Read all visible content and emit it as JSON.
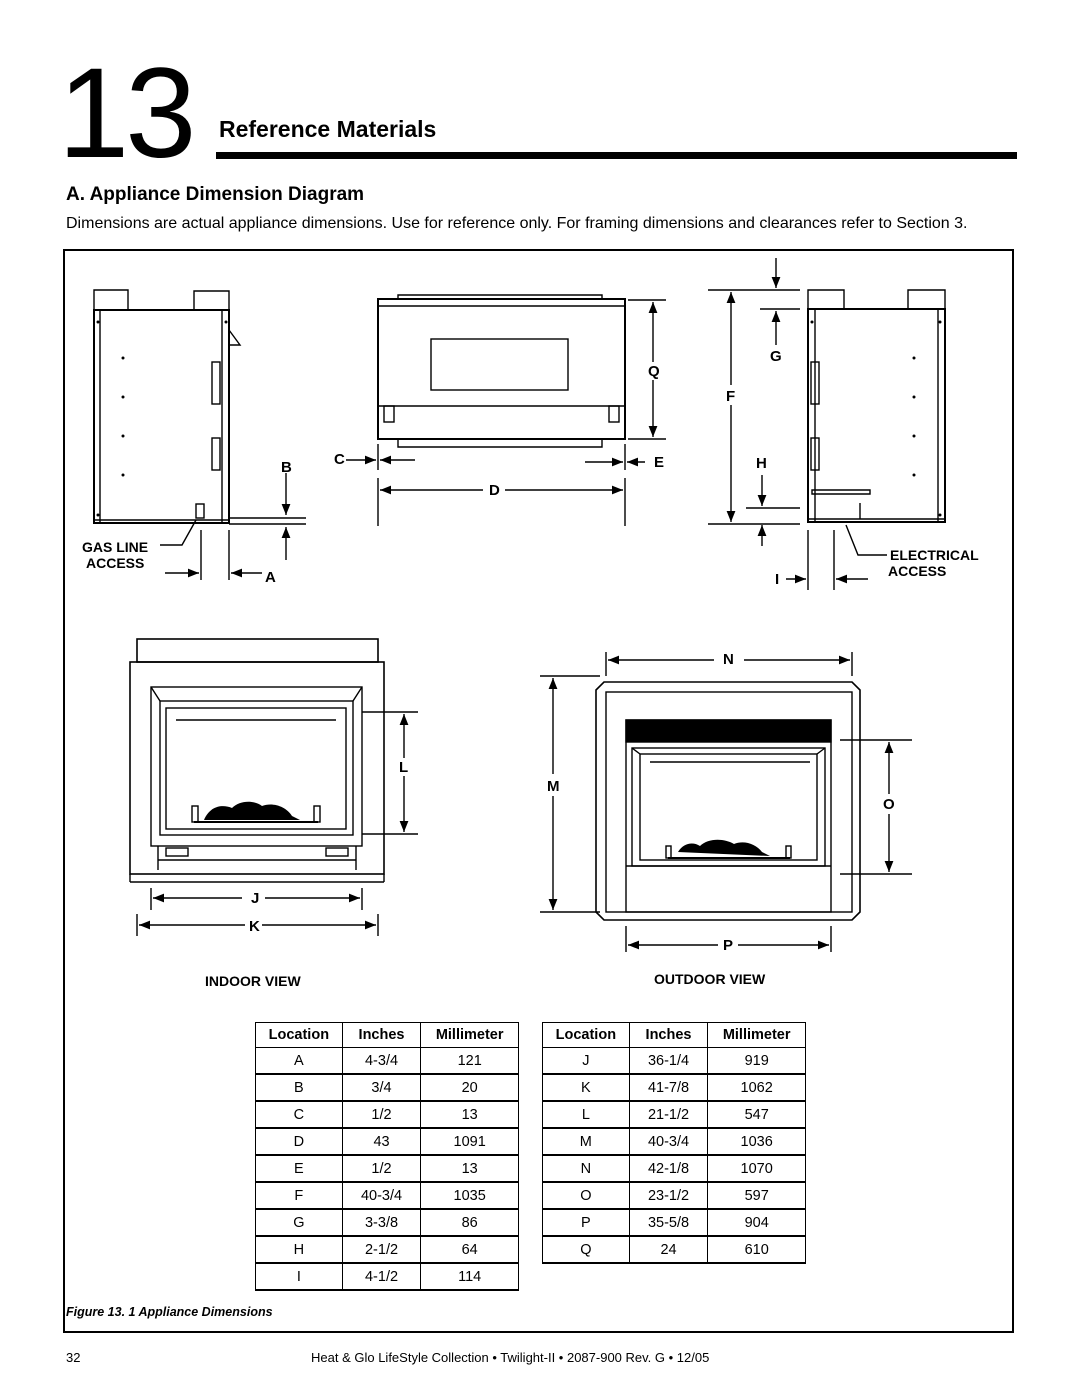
{
  "chapter": {
    "number": "13",
    "title": "Reference Materials"
  },
  "section": {
    "title": "A.   Appliance Dimension Diagram"
  },
  "intro": "Dimensions are actual appliance dimensions. Use for reference only. For framing dimensions and clearances refer to Section 3.",
  "diagram": {
    "letters": [
      "A",
      "B",
      "C",
      "D",
      "E",
      "F",
      "G",
      "H",
      "I",
      "J",
      "K",
      "L",
      "M",
      "N",
      "O",
      "P",
      "Q"
    ],
    "gas_line_access": [
      "GAS LINE",
      "ACCESS"
    ],
    "electrical_access": [
      "ELECTRICAL",
      "ACCESS"
    ],
    "indoor_view": "INDOOR VIEW",
    "outdoor_view": "OUTDOOR VIEW"
  },
  "table_left": {
    "headers": [
      "Location",
      "Inches",
      "Millimeter"
    ],
    "rows": [
      [
        "A",
        "4-3/4",
        "121"
      ],
      [
        "B",
        "3/4",
        "20"
      ],
      [
        "C",
        "1/2",
        "13"
      ],
      [
        "D",
        "43",
        "1091"
      ],
      [
        "E",
        "1/2",
        "13"
      ],
      [
        "F",
        "40-3/4",
        "1035"
      ],
      [
        "G",
        "3-3/8",
        "86"
      ],
      [
        "H",
        "2-1/2",
        "64"
      ],
      [
        "I",
        "4-1/2",
        "114"
      ]
    ]
  },
  "table_right": {
    "headers": [
      "Location",
      "Inches",
      "Millimeter"
    ],
    "rows": [
      [
        "J",
        "36-1/4",
        "919"
      ],
      [
        "K",
        "41-7/8",
        "1062"
      ],
      [
        "L",
        "21-1/2",
        "547"
      ],
      [
        "M",
        "40-3/4",
        "1036"
      ],
      [
        "N",
        "42-1/8",
        "1070"
      ],
      [
        "O",
        "23-1/2",
        "597"
      ],
      [
        "P",
        "35-5/8",
        "904"
      ],
      [
        "Q",
        "24",
        "610"
      ]
    ]
  },
  "caption": "Figure 13. 1 Appliance  Dimensions",
  "footer": {
    "page": "32",
    "text": "Heat & Glo LifeStyle Collection  •  Twilight-II  •  2087-900  Rev. G  •  12/05"
  }
}
